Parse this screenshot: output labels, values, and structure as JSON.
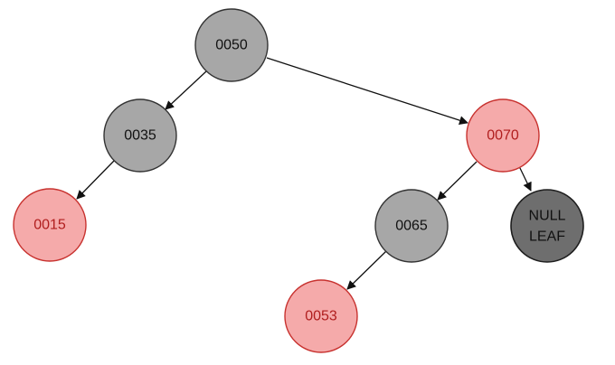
{
  "tree": {
    "nodes": [
      {
        "id": "n50",
        "label": "0050",
        "color": "black"
      },
      {
        "id": "n35",
        "label": "0035",
        "color": "black"
      },
      {
        "id": "n70",
        "label": "0070",
        "color": "red"
      },
      {
        "id": "n15",
        "label": "0015",
        "color": "red"
      },
      {
        "id": "n65",
        "label": "0065",
        "color": "black"
      },
      {
        "id": "nnull",
        "label_lines": [
          "NULL",
          "LEAF"
        ],
        "color": "null"
      },
      {
        "id": "n53",
        "label": "0053",
        "color": "red"
      }
    ],
    "edges": [
      {
        "from": "n50",
        "to": "n35"
      },
      {
        "from": "n50",
        "to": "n70"
      },
      {
        "from": "n35",
        "to": "n15"
      },
      {
        "from": "n70",
        "to": "n65"
      },
      {
        "from": "n70",
        "to": "nnull"
      },
      {
        "from": "n65",
        "to": "n53"
      }
    ]
  },
  "colors": {
    "black_fill": "#a7a7a7",
    "red_fill": "#f5aaaa",
    "null_fill": "#6e6e6e",
    "red_text": "#b01e1e",
    "edge": "#111111"
  }
}
